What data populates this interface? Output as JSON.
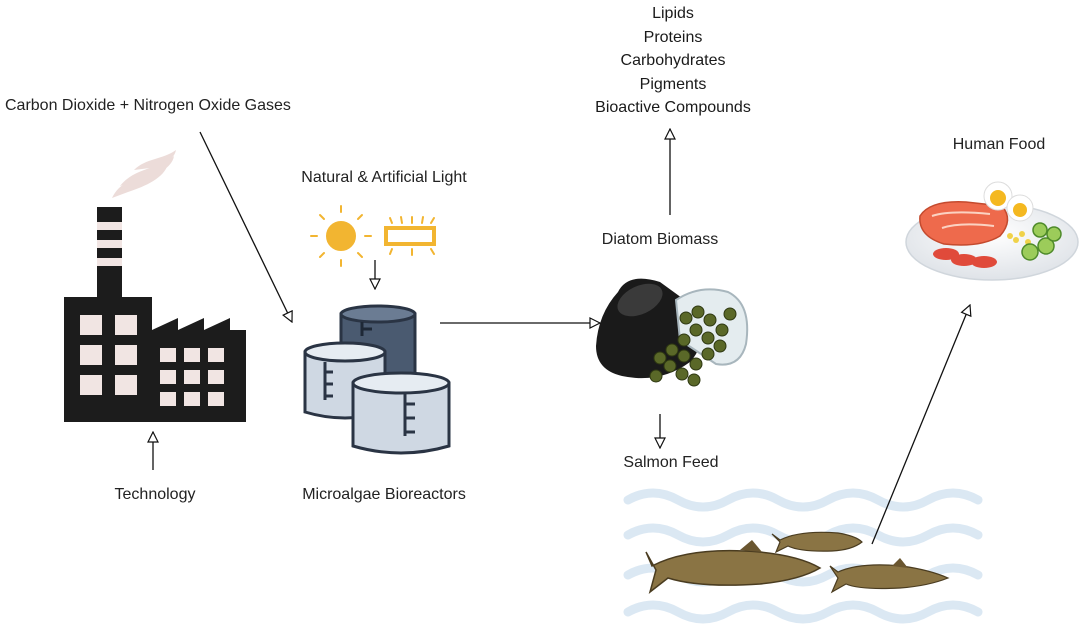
{
  "labels": {
    "gases": "Carbon Dioxide + Nitrogen Oxide Gases",
    "light": "Natural & Artificial Light",
    "technology": "Technology",
    "bioreactors": "Microalgae Bioreactors",
    "diatom_biomass": "Diatom Biomass",
    "salmon_feed": "Salmon Feed",
    "human_food": "Human Food"
  },
  "products": [
    "Lipids",
    "Proteins",
    "Carbohydrates",
    "Pigments",
    "Bioactive Compounds"
  ],
  "icons": [
    "factory-icon",
    "smoke-icon",
    "sun-icon",
    "led-light-icon",
    "bioreactor-tanks-icon",
    "diatom-biomass-icon",
    "salmon-icon",
    "waves-icon",
    "food-plate-icon"
  ],
  "colors": {
    "factory": "#1c1c1c",
    "window": "#f1e5e3",
    "tank_dark": "#4a5a70",
    "tank_light": "#cfd8e3",
    "sun": "#f2b531",
    "wave": "#dbe8f3"
  }
}
